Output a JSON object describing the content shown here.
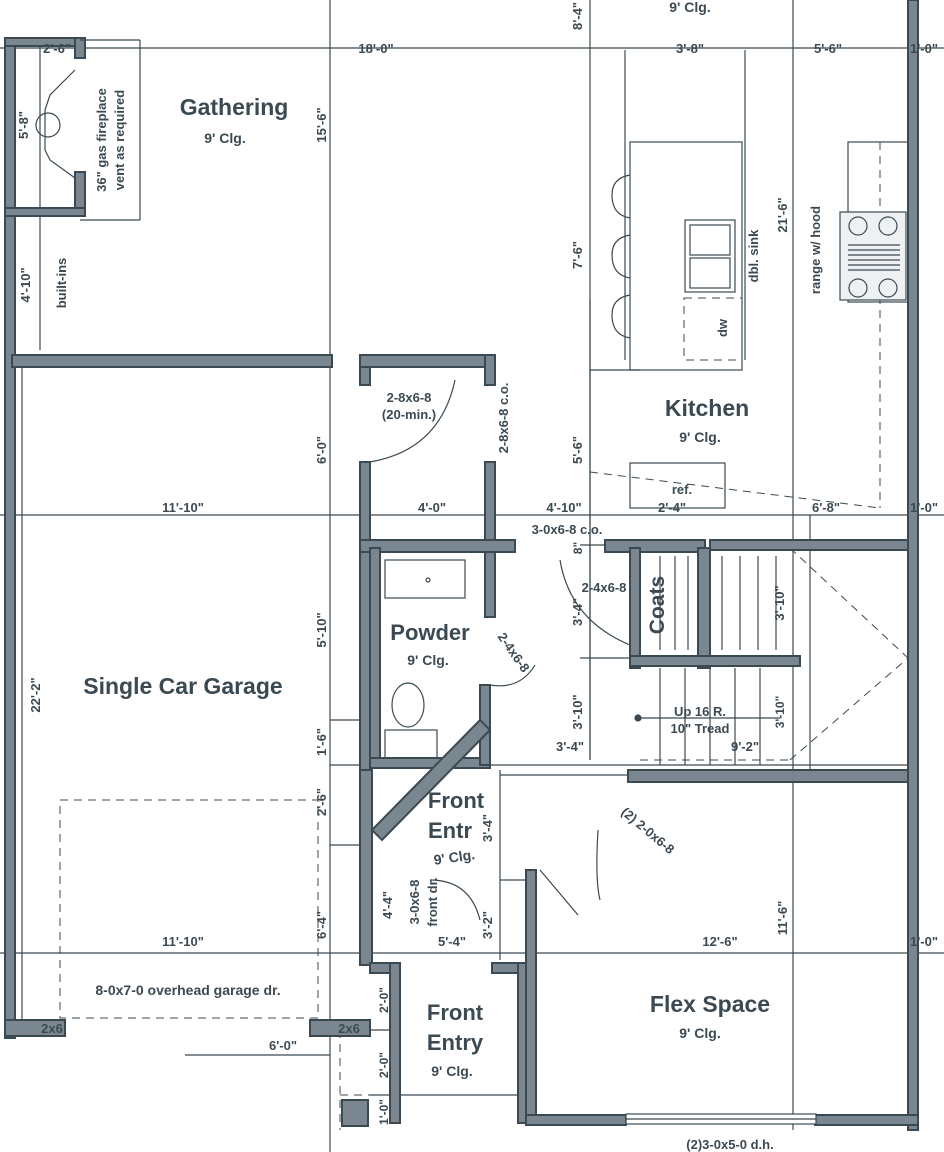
{
  "rooms": {
    "gathering": {
      "name": "Gathering",
      "clg": "9' Clg."
    },
    "kitchen": {
      "name": "Kitchen",
      "clg": "9' Clg."
    },
    "garage": {
      "name": "Single Car Garage"
    },
    "powder": {
      "name": "Powder",
      "clg": "9' Clg."
    },
    "front_entr": {
      "name_l1": "Front",
      "name_l2": "Entr",
      "clg": "9' Clg."
    },
    "front_entry": {
      "name_l1": "Front",
      "name_l2": "Entry",
      "clg": "9' Clg."
    },
    "flex": {
      "name": "Flex Space",
      "clg": "9' Clg."
    },
    "coats": {
      "name": "Coats"
    },
    "top_clg": {
      "clg": "9' Clg."
    }
  },
  "notes": {
    "fireplace_l1": "36\" gas fireplace",
    "fireplace_l2": "vent as required",
    "built_ins": "built-ins",
    "dbl_sink": "dbl. sink",
    "dw": "dw",
    "range": "range w/ hood",
    "ref": "ref.",
    "door_powder_l1": "2-8x6-8",
    "door_powder_l2": "(20-min.)",
    "door_co_vert": "2-8x6-8 c.o.",
    "door_co_horiz": "3-0x6-8 c.o.",
    "door_coats": "2-4x6-8",
    "door_powder_side": "2-4x6-8",
    "stairs_l1": "Up 16 R.",
    "stairs_l2": "10\" Tread",
    "door_flex": "(2) 2-0x6-8",
    "front_door_l1": "3-0x6-8",
    "front_door_l2": "front dr.",
    "garage_door": "8-0x7-0 overhead garage dr.",
    "window": "(2)3-0x5-0 d.h.",
    "wall_2x6_a": "2x6",
    "wall_2x6_b": "2x6"
  },
  "dims": {
    "d_2_6_top": "2'-6\"",
    "d_18_0": "18'-0\"",
    "d_3_8": "3'-8\"",
    "d_5_6_top": "5'-6\"",
    "d_1_0_a": "1'-0\"",
    "d_8_4": "8'-4\"",
    "d_5_8": "5'-8\"",
    "d_15_6": "15'-6\"",
    "d_7_6": "7'-6\"",
    "d_21_6": "21'-6\"",
    "d_4_10_left": "4'-10\"",
    "d_6_0_left": "6'-0\"",
    "d_5_6_kit": "5'-6\"",
    "d_11_10_a": "11'-10\"",
    "d_4_0": "4'-0\"",
    "d_4_10_mid": "4'-10\"",
    "d_2_4": "2'-4\"",
    "d_6_8": "6'-8\"",
    "d_1_0_b": "1'-0\"",
    "d_8": "8\"",
    "d_3_4_coats": "3'-4\"",
    "d_3_10_stair": "3'-10\"",
    "d_22_2": "22'-2\"",
    "d_5_10": "5'-10\"",
    "d_3_10_pow": "3'-10\"",
    "d_3_10_small": "3'-10\"",
    "d_1_6": "1'-6\"",
    "d_3_4_ent": "3'-4\"",
    "d_9_2": "9'-2\"",
    "d_2_6_left": "2'-6\"",
    "d_3_4_fe": "3'-4\"",
    "d_4_4": "4'-4\"",
    "d_3_2": "3'-2\"",
    "d_5_4": "5'-4\"",
    "d_11_6": "11'-6\"",
    "d_6_4": "6'-4\"",
    "d_11_10_b": "11'-10\"",
    "d_12_6": "12'-6\"",
    "d_1_0_c": "1'-0\"",
    "d_2_0_a": "2'-0\"",
    "d_2_0_b": "2'-0\"",
    "d_1_0_d": "1'-0\"",
    "d_6_0_bottom": "6'-0\""
  }
}
